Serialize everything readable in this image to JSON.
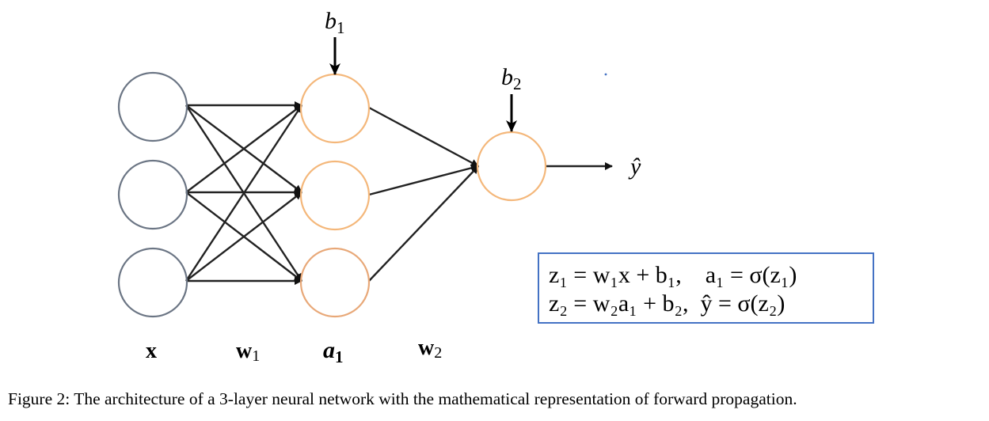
{
  "labels": {
    "x": "x",
    "w1": "w",
    "w1_sub": "1",
    "a1": "a",
    "a1_sub": "1",
    "w2": "w",
    "w2_sub": "2",
    "b1": "b",
    "b1_sub": "1",
    "b2": "b",
    "b2_sub": "2",
    "yhat": "ŷ"
  },
  "equations": {
    "line1": "z₁ = w₁x + b₁,    a₁ = σ(z₁)",
    "line2": "z₂ = w₂a₁ + b₂,  ŷ = σ(z₂)"
  },
  "caption": "Figure 2: The architecture of a 3-layer neural network with the mathematical representation of forward propagation.",
  "colors": {
    "input_neuron": "#6b7584",
    "hidden_neuron": "#f4b77a",
    "box_border": "#4472c4"
  }
}
